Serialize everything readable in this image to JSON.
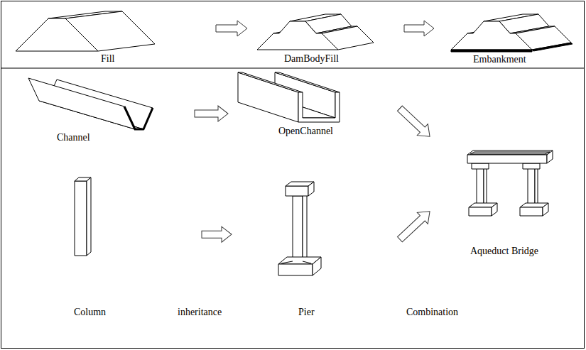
{
  "diagram": {
    "nodes": [
      {
        "text": [
          "Fill"
        ]
      },
      {
        "text": [
          "DamBodyFill"
        ]
      },
      {
        "text": [
          "Embankment"
        ]
      },
      {
        "text": [
          "Channel"
        ]
      },
      {
        "text": [
          "OpenChannel"
        ]
      },
      {
        "text": [
          "Column"
        ]
      },
      {
        "text": [
          "Pier"
        ]
      },
      {
        "text": [
          "Aqueduct Bridge"
        ]
      }
    ],
    "edges": [
      {
        "from": 0,
        "to": 1,
        "arrow": "to"
      },
      {
        "from": 1,
        "to": 2,
        "arrow": "to"
      },
      {
        "from": 3,
        "to": 4,
        "arrow": "to"
      },
      {
        "from": 5,
        "to": 6,
        "arrow": "to"
      },
      {
        "from": 4,
        "to": 7,
        "arrow": "to"
      },
      {
        "from": 6,
        "to": 7,
        "arrow": "to"
      }
    ],
    "labels": [
      "inheritance",
      "Combination"
    ]
  }
}
